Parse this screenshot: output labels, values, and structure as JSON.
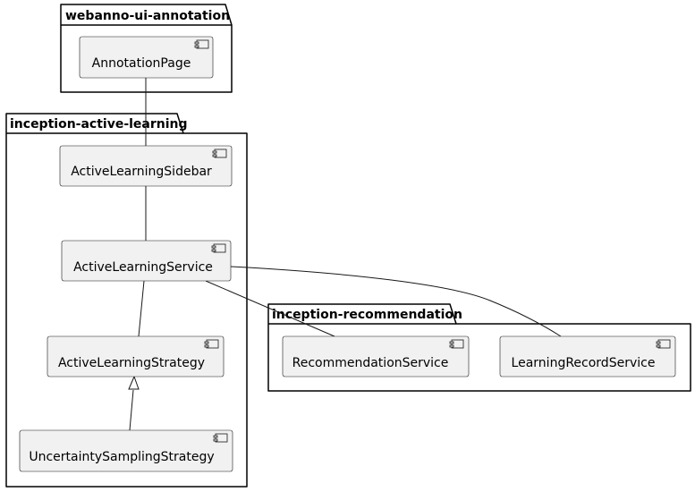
{
  "packages": {
    "ui_annotation": {
      "name": "webanno-ui-annotation"
    },
    "active_learning": {
      "name": "inception-active-learning"
    },
    "recommendation": {
      "name": "inception-recommendation"
    }
  },
  "components": {
    "annotation_page": {
      "label": "AnnotationPage"
    },
    "active_learning_sidebar": {
      "label": "ActiveLearningSidebar"
    },
    "active_learning_service": {
      "label": "ActiveLearningService"
    },
    "active_learning_strategy": {
      "label": "ActiveLearningStrategy"
    },
    "uncertainty_sampling_strategy": {
      "label": "UncertaintySamplingStrategy"
    },
    "recommendation_service": {
      "label": "RecommendationService"
    },
    "learning_record_service": {
      "label": "LearningRecordService"
    }
  },
  "colors": {
    "component_fill": "#f1f1f1",
    "component_stroke": "#181818",
    "package_stroke": "#000000",
    "line": "#181818",
    "background": "#ffffff"
  },
  "icons": {
    "component": "uml-component-icon",
    "inheritance": "hollow-triangle-arrowhead"
  }
}
